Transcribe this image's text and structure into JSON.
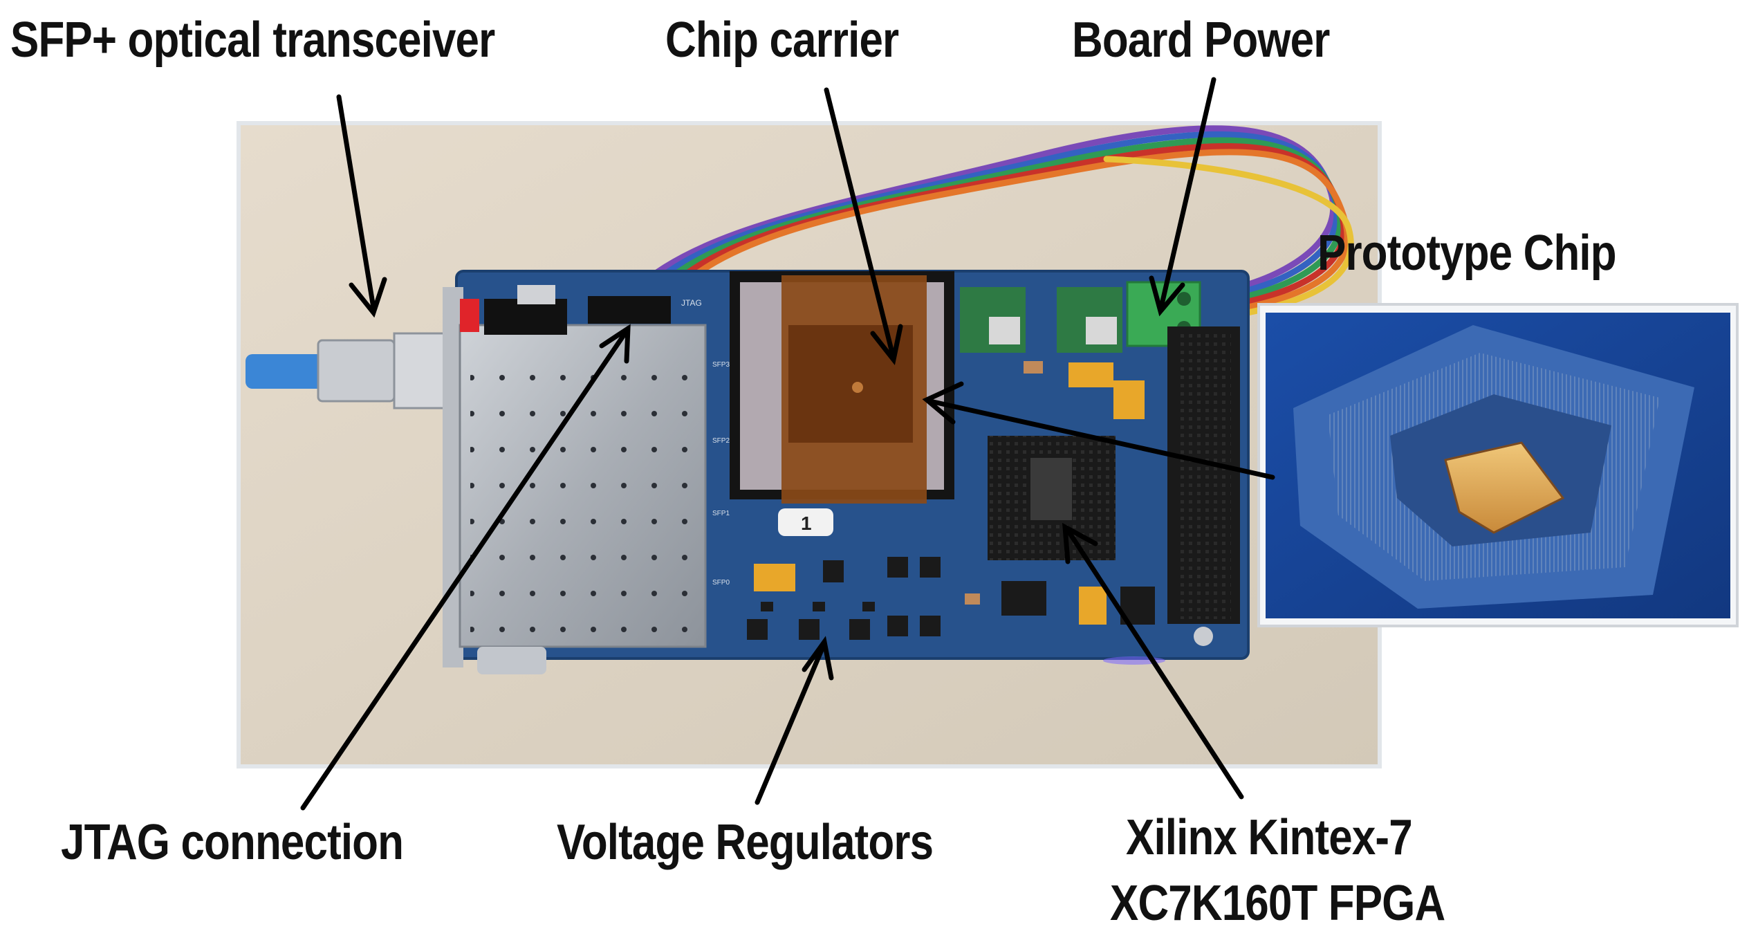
{
  "labels": {
    "sfp": "SFP+ optical transceiver",
    "chip_carrier": "Chip carrier",
    "board_power": "Board Power",
    "prototype_chip": "Prototype Chip",
    "jtag": "JTAG connection",
    "voltage_regulators": "Voltage Regulators",
    "fpga_line1": "Xilinx Kintex-7",
    "fpga_line2": "XC7K160T FPGA"
  },
  "board_marks": {
    "card_number": "1",
    "jtag_silk": "JTAG",
    "sfp_silk": [
      "SFP3",
      "SFP2",
      "SFP1",
      "SFP0"
    ]
  },
  "colors": {
    "pcb": "#27528c",
    "background_mat": "#ddd3c3",
    "kapton_tape": "#8a4a18",
    "arrow": "#000000",
    "wire_orange": "#e4762a",
    "wire_red": "#c8322a",
    "wire_green": "#2f9a55",
    "wire_blue": "#3462c2",
    "wire_purple": "#7a4ab8",
    "wire_yellow": "#e8c238",
    "power_connector": "#3aaa55"
  }
}
